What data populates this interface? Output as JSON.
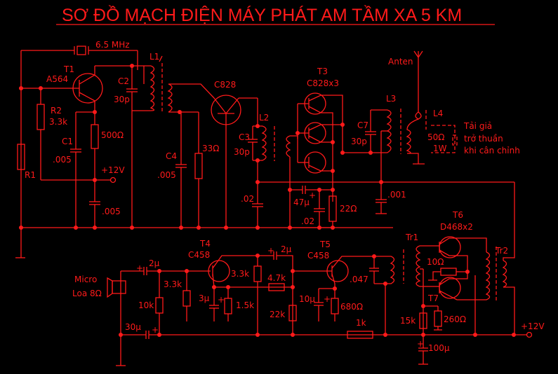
{
  "title": "SƠ ĐỒ MẠCH ĐIỆN MÁY  PHÁT AM   TẦM XA 5 KM",
  "colors": {
    "background": "#000000",
    "ink": "#ff1a1a"
  },
  "labels": {
    "crystal": "6.5 MHz",
    "t1_name": "T1",
    "t1_part": "A564",
    "r2_name": "R2",
    "r2_value": "3.3k",
    "r1_name": "R1",
    "c1_name": "C1",
    "c1_value": ".005",
    "r_500": "500Ω",
    "vcc_top": "+12V",
    "c_005b": ".005",
    "c2_name": "C2",
    "c2_value": "30p",
    "l1_name": "L1",
    "c4_name": "C4",
    "c4_value": ".005",
    "r_33": "33Ω",
    "t2_part": "C828",
    "c3_name": "C3",
    "c3_value": "30p",
    "l2_name": "L2",
    "c_02a": ".02",
    "t3_name": "T3",
    "t3_part": "C828x3",
    "c_47u": "47μ",
    "c_02b": ".02",
    "r_22": "22Ω",
    "c7_name": "C7",
    "c7_value": "30p",
    "l3_name": "L3",
    "c_001": ".001",
    "antenna": "Anten",
    "l4_name": "L4",
    "dummy_r": "50Ω",
    "dummy_w": "1W",
    "note1": "Tải giả",
    "note2": "trở thuần",
    "note3": "khi cân chỉnh",
    "micro1": "Micro",
    "micro2": "Loa 8Ω",
    "c_2u_a": "2μ",
    "r_10k": "10k",
    "c_30u": "30μ",
    "t4_name": "T4",
    "t4_part": "C458",
    "r_3k3_b": "3.3k",
    "c_3u": "3μ",
    "r_1k5": "1.5k",
    "r_3k3_c": "3.3k",
    "c_2u_b": "2μ",
    "r_4k7": "4.7k",
    "r_22k": "22k",
    "t5_name": "T5",
    "t5_part": "C458",
    "c_10u": "10μ",
    "r_680": "680Ω",
    "c_047": ".047",
    "r_1k": "1k",
    "tr1": "Tr1",
    "t6_name": "T6",
    "t6_part": "D468x2",
    "r_10": "10Ω",
    "t7_name": "T7",
    "r_15k": "15k",
    "r_260": "260Ω",
    "c_100u": "100μ",
    "tr2": "Tr2",
    "vcc_bot": "+12V",
    "plus": "+"
  }
}
